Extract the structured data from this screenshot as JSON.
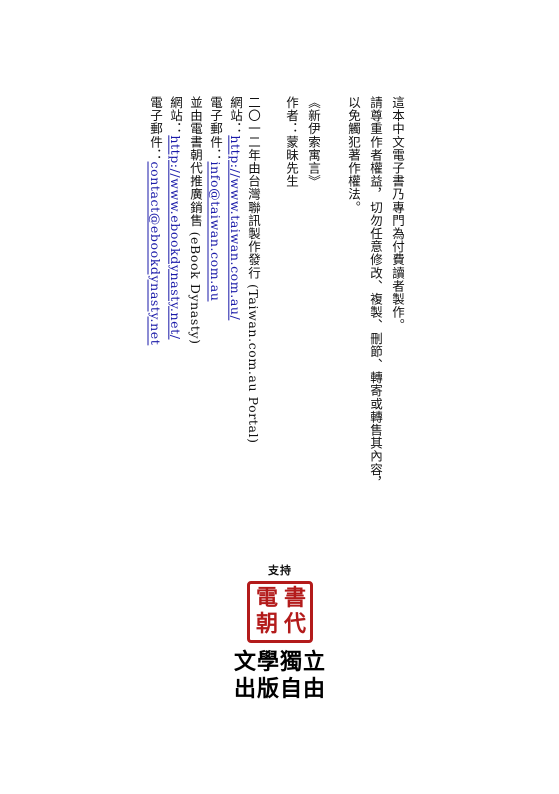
{
  "notice": {
    "line1": "這本中文電子書乃專門為付費讀者製作。",
    "line2": "請尊重作者權益，切勿任意修改、複製、刪節、轉寄或轉售其內容，",
    "line3": "以免觸犯著作權法。"
  },
  "book": {
    "title": "《新伊索寓言》",
    "author_label": "作者：",
    "author": "蒙昧先生"
  },
  "publisher": {
    "issue_line": "二〇一二年由台灣聯訊製作發行 (Taiwan.com.au Portal)",
    "website_label": "網站：",
    "website": "http://www.taiwan.com.au/",
    "email_label": "電子郵件：",
    "email": "info@taiwan.com.au"
  },
  "distributor": {
    "line": "並由電書朝代推廣銷售 (eBook Dynasty)",
    "website_label": "網站：",
    "website": "http://www.ebookdynasty.net/",
    "email_label": "電子郵件：",
    "email": "contact@ebookdynasty.net"
  },
  "logo": {
    "support": "支持",
    "seal_chars": [
      "書",
      "代",
      "電",
      "朝"
    ],
    "slogan_line1": "文學獨立",
    "slogan_line2": "出版自由",
    "seal_color": "#b31b1b"
  }
}
